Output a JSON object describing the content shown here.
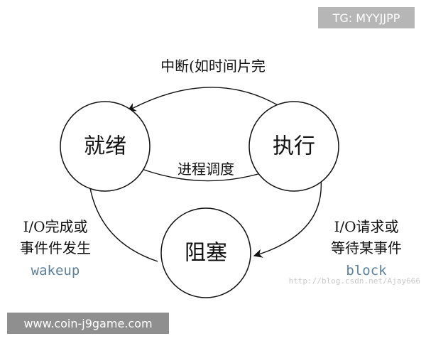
{
  "badge": {
    "text": "TG: MYYJJPP"
  },
  "states": {
    "ready": "就绪",
    "running": "执行",
    "blocked": "阻塞"
  },
  "transitions": {
    "interrupt": "中断(如时间片完",
    "schedule": "进程调度",
    "io_request_line1": "I/O请求或",
    "io_request_line2": "等待某事件",
    "io_request_keyword": "block",
    "io_complete_line1": "I/O完成或",
    "io_complete_line2": "事件件发生",
    "io_complete_keyword": "wakeup"
  },
  "watermark": {
    "text": "http://blog.csdn.net/Ajay666"
  },
  "footer": {
    "text": "www.coin-j9game.com"
  },
  "colors": {
    "keyword": "#5b7f9e",
    "line": "#111111"
  }
}
